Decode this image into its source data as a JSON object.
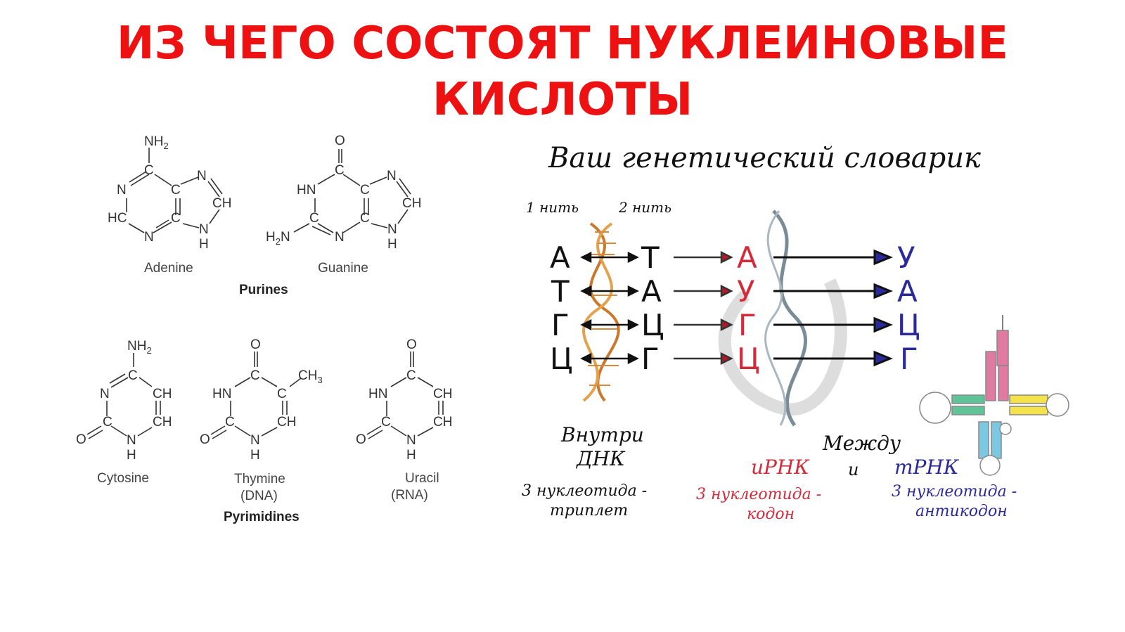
{
  "title": {
    "line1": "ИЗ ЧЕГО СОСТОЯТ НУКЛЕИНОВЫЕ",
    "line2": "КИСЛОТЫ"
  },
  "molecules": {
    "adenine": "Adenine",
    "guanine": "Guanine",
    "purines": "Purines",
    "cytosine": "Cytosine",
    "thymine": "Thymine",
    "thymine_note": "(DNA)",
    "uracil": "Uracil",
    "uracil_note": "(RNA)",
    "pyrimidines": "Pyrimidines"
  },
  "dictionary": {
    "heading": "Ваш генетический словарик",
    "strand1": "1 нить",
    "strand2": "2 нить",
    "col1": [
      "А",
      "Т",
      "Г",
      "Ц"
    ],
    "col2": [
      "Т",
      "А",
      "Ц",
      "Г"
    ],
    "col3": [
      "А",
      "У",
      "Г",
      "Ц"
    ],
    "col4": [
      "У",
      "А",
      "Ц",
      "Г"
    ],
    "inside_line1": "Внутри",
    "inside_line2": "ДНК",
    "triplet_line1": "3 нуклеотида -",
    "triplet_line2": "триплет",
    "between": "Между",
    "and": "и",
    "mrna": "иРНК",
    "trna": "тРНК",
    "codon_line1": "3 нуклеотида -",
    "codon_line2": "кодон",
    "anticodon_line1": "3 нуклеотида -",
    "anticodon_line2": "антикодон",
    "colors": {
      "title": "#ee1111",
      "mrna": "#d42a3a",
      "trna": "#2b2a9a",
      "black": "#111111"
    }
  }
}
